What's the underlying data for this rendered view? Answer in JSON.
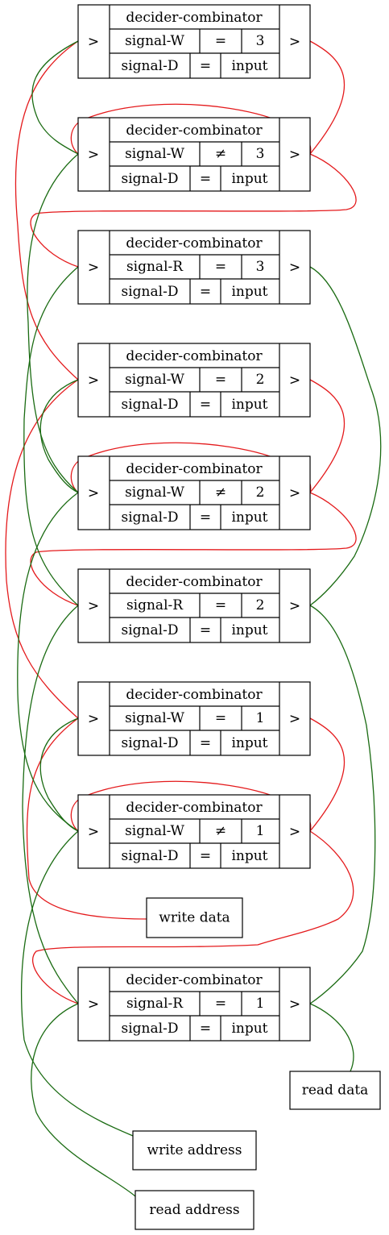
{
  "colors": {
    "red_wire": "#e41a1c",
    "green_wire": "#1a6b12",
    "box_stroke": "#000000"
  },
  "port_symbol": ">",
  "combinators": [
    {
      "title": "decider-combinator",
      "condition": {
        "signal": "signal-W",
        "op": "=",
        "value": "3"
      },
      "output": {
        "signal": "signal-D",
        "op": "=",
        "value": "input"
      }
    },
    {
      "title": "decider-combinator",
      "condition": {
        "signal": "signal-W",
        "op": "≠",
        "value": "3"
      },
      "output": {
        "signal": "signal-D",
        "op": "=",
        "value": "input"
      }
    },
    {
      "title": "decider-combinator",
      "condition": {
        "signal": "signal-R",
        "op": "=",
        "value": "3"
      },
      "output": {
        "signal": "signal-D",
        "op": "=",
        "value": "input"
      }
    },
    {
      "title": "decider-combinator",
      "condition": {
        "signal": "signal-W",
        "op": "=",
        "value": "2"
      },
      "output": {
        "signal": "signal-D",
        "op": "=",
        "value": "input"
      }
    },
    {
      "title": "decider-combinator",
      "condition": {
        "signal": "signal-W",
        "op": "≠",
        "value": "2"
      },
      "output": {
        "signal": "signal-D",
        "op": "=",
        "value": "input"
      }
    },
    {
      "title": "decider-combinator",
      "condition": {
        "signal": "signal-R",
        "op": "=",
        "value": "2"
      },
      "output": {
        "signal": "signal-D",
        "op": "=",
        "value": "input"
      }
    },
    {
      "title": "decider-combinator",
      "condition": {
        "signal": "signal-W",
        "op": "=",
        "value": "1"
      },
      "output": {
        "signal": "signal-D",
        "op": "=",
        "value": "input"
      }
    },
    {
      "title": "decider-combinator",
      "condition": {
        "signal": "signal-W",
        "op": "≠",
        "value": "1"
      },
      "output": {
        "signal": "signal-D",
        "op": "=",
        "value": "input"
      }
    },
    {
      "title": "decider-combinator",
      "condition": {
        "signal": "signal-R",
        "op": "=",
        "value": "1"
      },
      "output": {
        "signal": "signal-D",
        "op": "=",
        "value": "input"
      }
    }
  ],
  "terminals": {
    "write_data": "write data",
    "read_data": "read data",
    "write_address": "write address",
    "read_address": "read address"
  }
}
